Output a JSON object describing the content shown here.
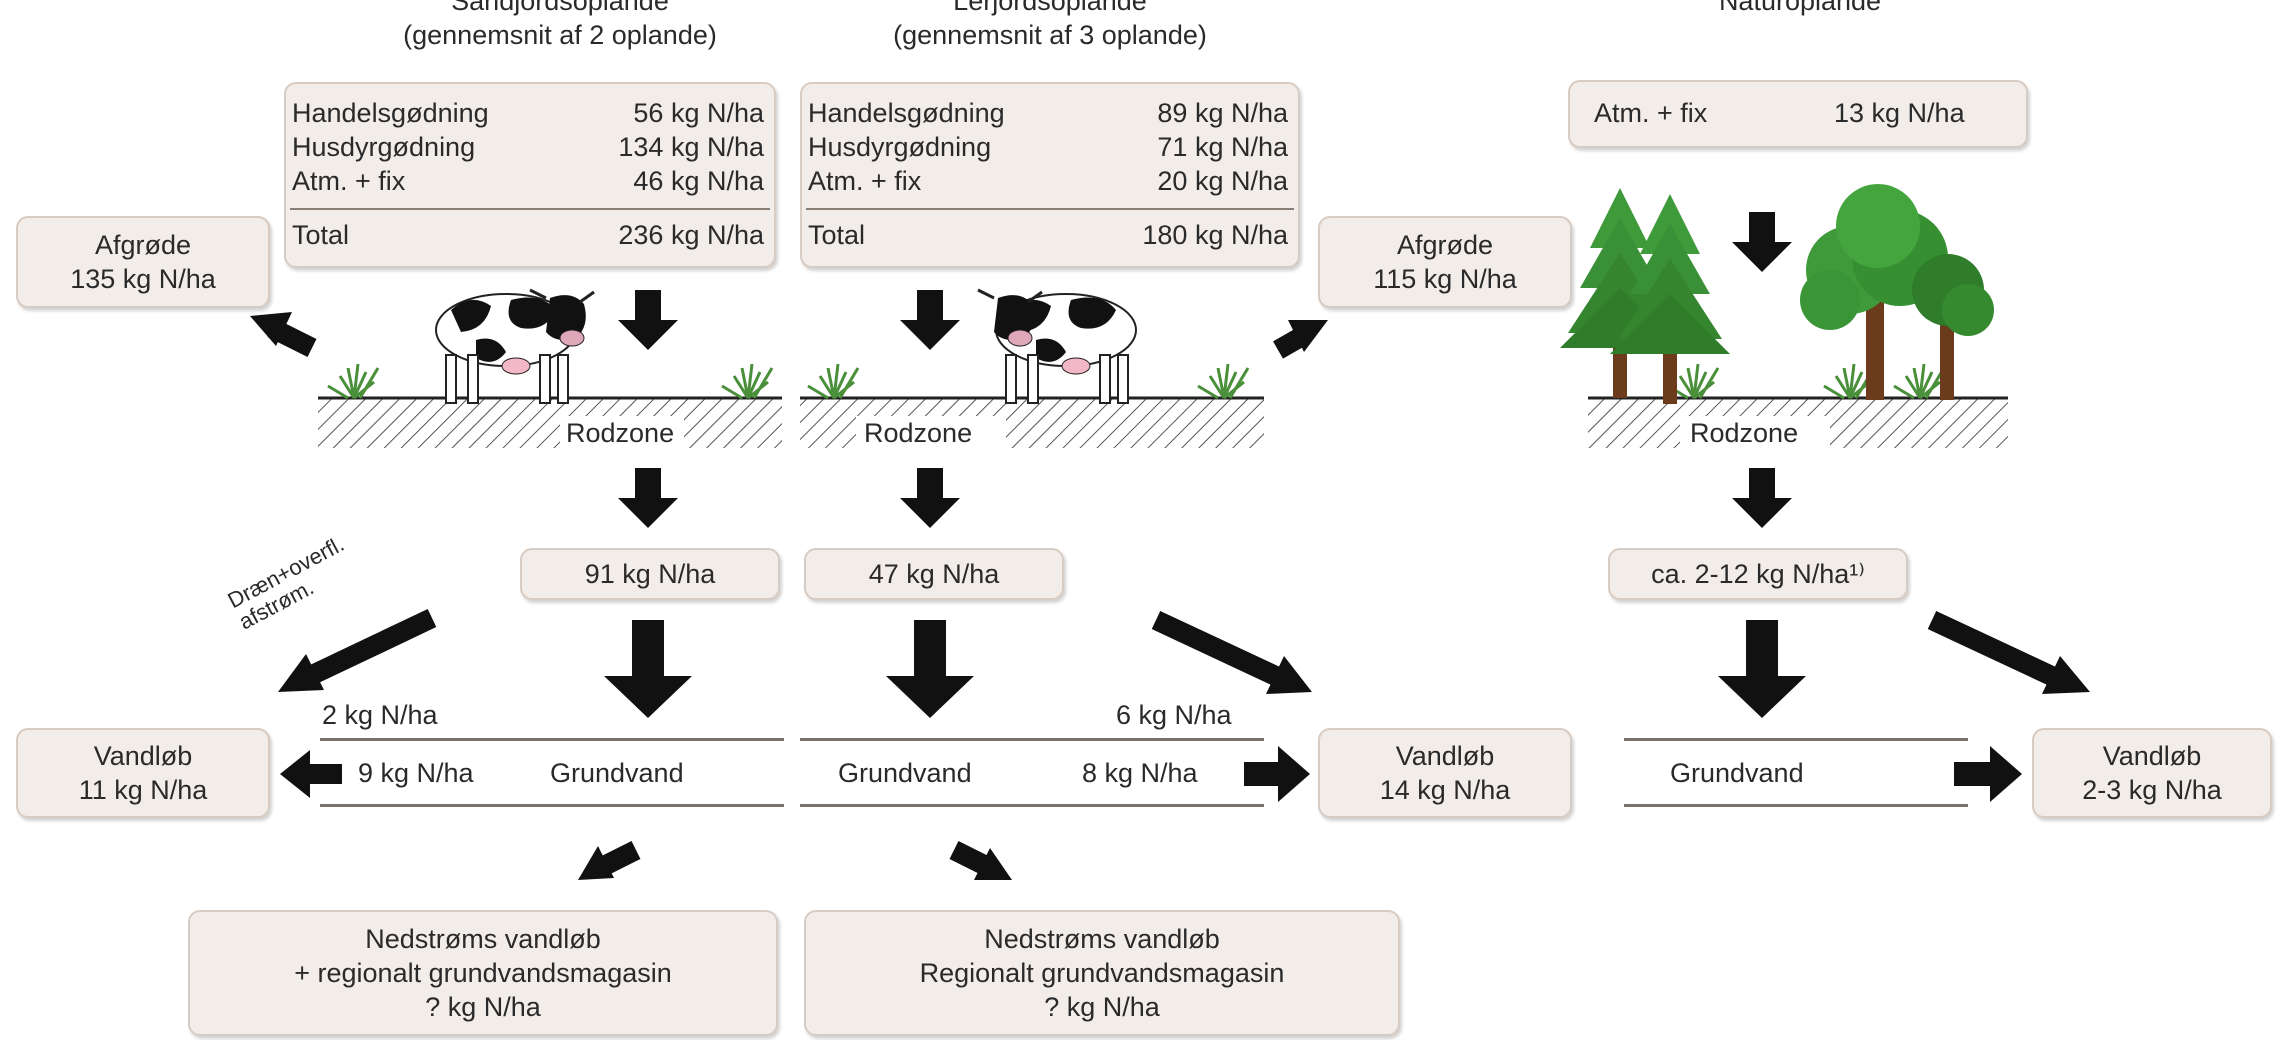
{
  "columns": [
    {
      "title": "Sandjordsoplande",
      "subtitle": "(gennemsnit af 2 oplande)",
      "inputs": [
        {
          "label": "Handelsgødning",
          "value": "56 kg N/ha"
        },
        {
          "label": "Husdyrgødning",
          "value": "134 kg N/ha"
        },
        {
          "label": "Atm. + fix",
          "value": "46 kg N/ha"
        }
      ],
      "total": {
        "label": "Total",
        "value": "236 kg N/ha"
      },
      "crop": {
        "label": "Afgrøde",
        "value": "135 kg N/ha"
      },
      "root_zone": "Rodzone",
      "leaching": "91 kg N/ha",
      "drain_label": "Dræn+overfl. afstrøm.",
      "drain_value": "2 kg N/ha",
      "groundwater_value": "9 kg N/ha",
      "groundwater": "Grundvand",
      "stream": {
        "label": "Vandløb",
        "value": "11 kg N/ha"
      },
      "downstream": {
        "line1": "Nedstrøms vandløb",
        "line2": "+ regionalt grundvandsmagasin",
        "line3": "? kg N/ha"
      }
    },
    {
      "title": "Lerjordsoplande",
      "subtitle": "(gennemsnit af 3 oplande)",
      "inputs": [
        {
          "label": "Handelsgødning",
          "value": "89 kg N/ha"
        },
        {
          "label": "Husdyrgødning",
          "value": "71 kg N/ha"
        },
        {
          "label": "Atm. + fix",
          "value": "20 kg N/ha"
        }
      ],
      "total": {
        "label": "Total",
        "value": "180 kg N/ha"
      },
      "crop": {
        "label": "Afgrøde",
        "value": "115 kg N/ha"
      },
      "root_zone": "Rodzone",
      "leaching": "47 kg N/ha",
      "drain_value": "6 kg N/ha",
      "groundwater": "Grundvand",
      "groundwater_value": "8 kg N/ha",
      "stream": {
        "label": "Vandløb",
        "value": "14 kg N/ha"
      },
      "downstream": {
        "line1": "Nedstrøms vandløb",
        "line2": "Regionalt grundvandsmagasin",
        "line3": "? kg N/ha"
      }
    },
    {
      "title": "Naturoplande",
      "input": {
        "label": "Atm. + fix",
        "value": "13 kg N/ha"
      },
      "root_zone": "Rodzone",
      "leaching": "ca. 2-12 kg N/ha¹⁾",
      "groundwater": "Grundvand",
      "stream": {
        "label": "Vandløb",
        "value": "2-3  kg N/ha"
      }
    }
  ],
  "colors": {
    "box_fill": "#f2ede8",
    "box_border": "#d8ccc2",
    "arrow": "#111111",
    "tree_green": "#3f9a3a"
  },
  "icons": [
    "cow-icon",
    "grass-icon",
    "conifer-tree-icon",
    "deciduous-tree-icon",
    "down-arrow-icon"
  ]
}
